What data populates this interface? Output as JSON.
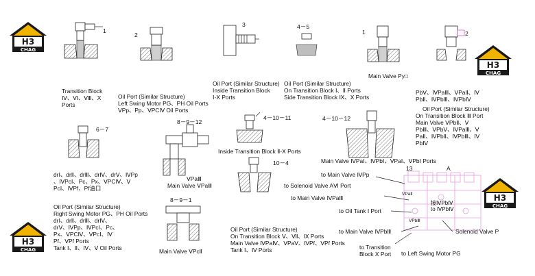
{
  "logo": {
    "mark": "H3",
    "brand": "CHAG",
    "icon": "h3-chag-logo",
    "colors": {
      "house": "#1a1a1a",
      "accent": "#f0b400"
    }
  },
  "callouts": {
    "c1": "1",
    "c2": "2",
    "c3": "3",
    "c4_5": "4－5",
    "c1b": "1",
    "c2b": "2",
    "c6_7": "6－7",
    "c8_9_12": "8－9－12",
    "c4_10_11": "4－10－11",
    "c4_10_12": "4－10－12",
    "c10_4": "10－4",
    "c8_9_1": "8－9－1",
    "c13": "13",
    "cA": "A"
  },
  "labels": {
    "transition_block": [
      "Transition  Block",
      "Ⅳ、Ⅵ、Ⅷ、Ⅹ",
      "Ports"
    ],
    "oil_port_left_swing": [
      "Oil Port (Similar Structure)",
      "Left Swing Motor PG、PH Oil Ports",
      "ⅤPp、Pp、ⅤPCⅣ Oil Ports"
    ],
    "oil_port_inside": [
      "Oil Port (Similar Structure)",
      "Inside Transition Block",
      "Ⅰ-Ⅹ Ports"
    ],
    "oil_port_on_transition": [
      "Oil Port (Similar Structure)",
      "On Transition Block  Ⅰ、Ⅱ Ports",
      "Side  Transition  Block Ⅸ、Ⅹ Ports"
    ],
    "main_valve_py": "Main Valve Py□",
    "pb_list": [
      "PbⅤ、ⅣPaⅢ、ⅤPaⅡ、Ⅳ",
      "PbⅡ、ⅣPbⅢ、ⅣPbⅣ"
    ],
    "oil_port_block_iii": [
      "Oil Port (Similar Structure)",
      "On Transition Block Ⅲ  Port",
      "Main Valve ⅤPbⅡ、Ⅴ",
      "PbⅢ、ⅤPbⅤ、ⅣPaⅢ、Ⅴ",
      "PaⅡ、ⅣPbⅡ、ⅣPbⅢ、Ⅳ",
      "PbⅣ"
    ],
    "inside_block_ii_x": "Inside Transition Block Ⅱ-Ⅹ Ports",
    "dr_list": [
      "drⅠ、drⅡ、drⅢ、drⅣ、drⅤ、ⅣPp",
      "、ⅣPcⅠ、Pc、Px、ⅤPCⅣ、Ⅴ",
      "PcⅠ、ⅣPf、Pf油口"
    ],
    "main_valve_vpaiii": [
      "ⅤPaⅢ",
      "Main Valve  ⅤPaⅢ"
    ],
    "main_valve_ivpai": "Main Valve ⅣPaⅠ、ⅣPbⅠ、ⅤPaⅠ、ⅤPbⅠ Ports",
    "to_main_valve_ivpp": "to Main Valve ⅣPp",
    "to_solenoid_valve_avi": "to Solenoid Valve AⅥ Port",
    "to_main_valve_ivpaiii": "to Main Valve ⅣPaⅢ",
    "to_oil_tank": "to Oil Tank Ⅰ Port",
    "to_main_valve_ivpbiii": "to Main Valve ⅣPbⅢ",
    "to_transition_block_x": [
      "to Transition",
      "Block Ⅹ Port"
    ],
    "to_left_swing": "to Left Swing Motor PG",
    "solenoid_valve_p": "Solenoid Valve P",
    "chinese_annotations": [
      "接ⅣPbⅣ",
      "to ⅣPbⅣ",
      "VPaⅡ",
      "VPbⅢ"
    ],
    "oil_port_right_swing": [
      "Oil Port (Similar Structure)",
      "Right Swing Motor PG、PH Oil Ports",
      "drⅠ、drⅡ、drⅢ、drⅣ、",
      "drⅤ、ⅣPp、ⅣPcⅠ、Pc、",
      "Px、ⅤPCⅣ、ⅤPcⅠ、Ⅳ",
      "Pf、ⅤPf  Ports",
      "Tank Ⅰ、Ⅱ、Ⅳ、Ⅴ Oil Ports"
    ],
    "main_valve_vpcii": "Main Valve ⅤPcⅡ",
    "oil_port_block_vi": [
      "Oil Port (Similar Structure)",
      "On Transition Block Ⅴ、Ⅶ、Ⅸ Ports",
      "Main Valve ⅣPaⅣ、ⅤPaⅤ、ⅣPf、ⅤPf Ports",
      "Tank  Ⅰ、Ⅳ Ports"
    ]
  }
}
